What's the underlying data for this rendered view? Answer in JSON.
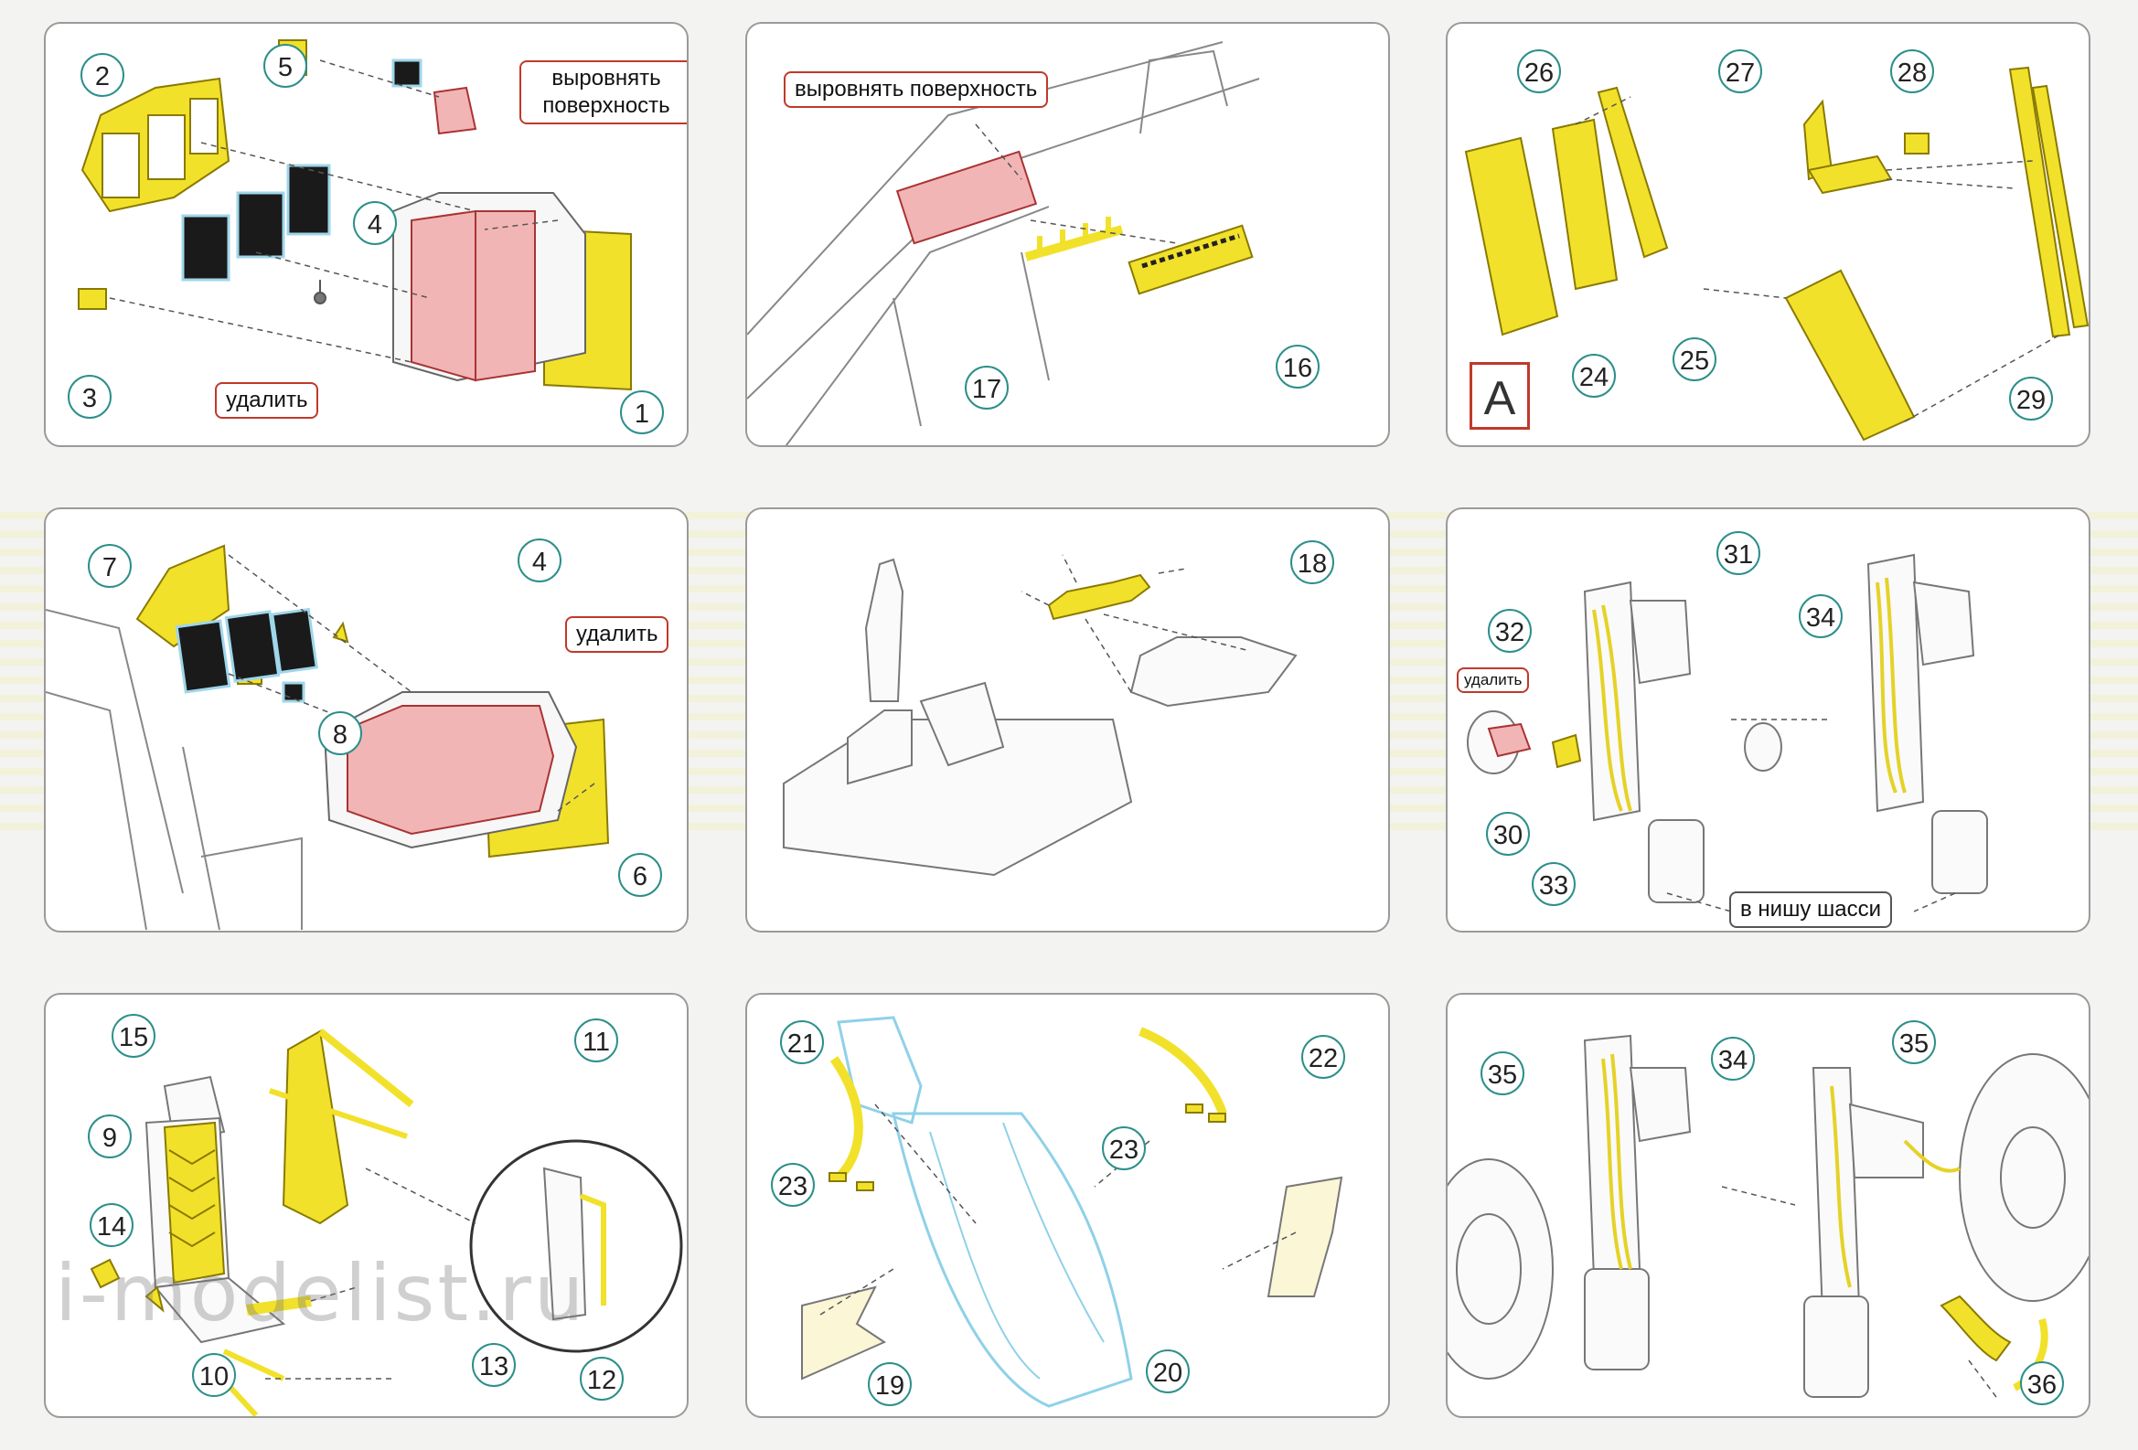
{
  "panels": {
    "p1": {
      "badges": [
        "2",
        "5",
        "4",
        "3",
        "1"
      ],
      "notes": [
        "выровнять поверхность",
        "удалить"
      ]
    },
    "p2": {
      "badges": [
        "17",
        "16"
      ],
      "notes": [
        "выровнять поверхность"
      ]
    },
    "p3": {
      "badges": [
        "26",
        "27",
        "28",
        "24",
        "25",
        "29"
      ],
      "frame": "A"
    },
    "p4": {
      "badges": [
        "7",
        "4",
        "8",
        "6"
      ],
      "notes": [
        "удалить"
      ]
    },
    "p5": {
      "badges": [
        "18"
      ]
    },
    "p6": {
      "badges": [
        "31",
        "32",
        "34",
        "30",
        "33"
      ],
      "notes": [
        "удалить",
        "в нишу шасси"
      ]
    },
    "p7": {
      "badges": [
        "15",
        "11",
        "9",
        "14",
        "10",
        "13",
        "12"
      ]
    },
    "p8": {
      "badges": [
        "21",
        "22",
        "23",
        "23",
        "19",
        "20"
      ]
    },
    "p9": {
      "badges": [
        "35",
        "34",
        "35",
        "36"
      ]
    }
  },
  "watermark": "i-modelist.ru",
  "colors": {
    "part": "#f2e12a",
    "remove": "#f2b5b5",
    "badge_ring": "#2c8f8a",
    "note_border": "#c0392b",
    "glass": "#9fd6ea"
  }
}
